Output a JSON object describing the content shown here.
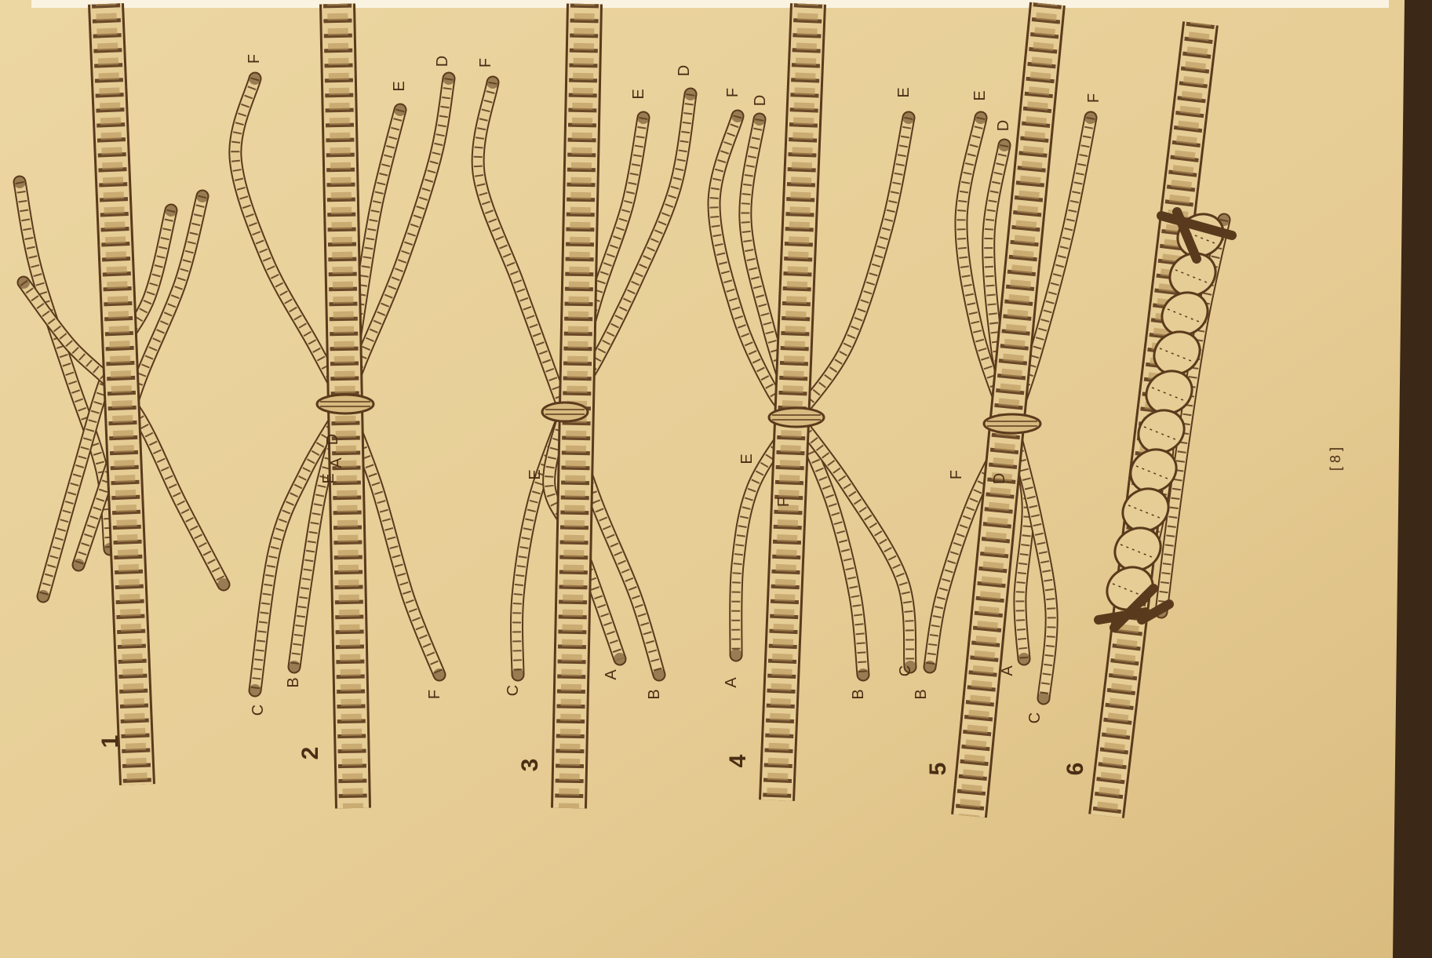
{
  "page_number": "[ 8 ]",
  "colors": {
    "paper": "#e9d29c",
    "paper_dark": "#cdb076",
    "ink": "#5a3a1c",
    "rope_fill": "#e6cd96",
    "background": "#2a1c10",
    "top_strip": "#fbf3e2"
  },
  "figures": [
    {
      "number": "1",
      "letters": []
    },
    {
      "number": "2",
      "letters": [
        "F",
        "E",
        "D",
        "A",
        "C",
        "B",
        "F",
        "E",
        "D"
      ]
    },
    {
      "number": "3",
      "letters": [
        "F",
        "E",
        "D",
        "E",
        "C",
        "A",
        "B"
      ]
    },
    {
      "number": "4",
      "letters": [
        "F",
        "D",
        "E",
        "E",
        "F",
        "A",
        "B",
        "C"
      ]
    },
    {
      "number": "5",
      "letters": [
        "E",
        "D",
        "F",
        "F",
        "D",
        "B",
        "A",
        "C"
      ]
    },
    {
      "number": "6",
      "letters": []
    }
  ]
}
